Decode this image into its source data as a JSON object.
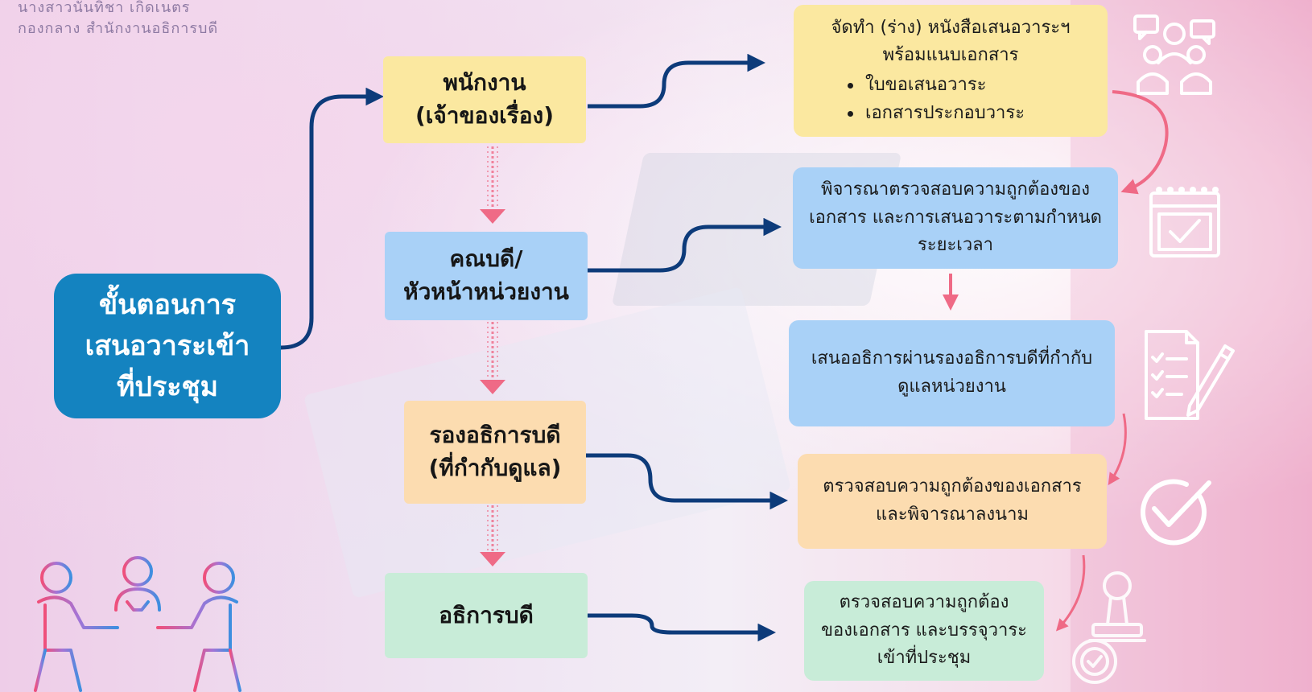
{
  "author": {
    "line1": "นางสาวนันทิชา เกิดเนตร",
    "line2": "กองกลาง สำนักงานอธิการบดี"
  },
  "main_title": {
    "lines": [
      "ขั้นตอนการ",
      "เสนอวาระเข้า",
      "ที่ประชุม"
    ]
  },
  "roles": [
    {
      "lines": [
        "พนักงาน",
        "(เจ้าของเรื่อง)"
      ]
    },
    {
      "lines": [
        "คณบดี/",
        "หัวหน้าหน่วยงาน"
      ]
    },
    {
      "lines": [
        "รองอธิการบดี",
        "(ที่กำกับดูแล)"
      ]
    },
    {
      "lines": [
        "อธิการบดี"
      ]
    }
  ],
  "steps": [
    {
      "lines": [
        "จัดทำ (ร่าง) หนังสือเสนอวาระฯ",
        "พร้อมแนบเอกสาร"
      ],
      "bullets": [
        "ใบขอเสนอวาระ",
        "เอกสารประกอบวาระ"
      ]
    },
    {
      "lines": [
        "พิจารณาตรวจสอบความถูกต้องของ",
        "เอกสาร และการเสนอวาระตามกำหนด",
        "ระยะเวลา"
      ]
    },
    {
      "lines": [
        "เสนออธิการผ่านรองอธิการบดีที่กำกับ",
        "ดูแลหน่วยงาน"
      ]
    },
    {
      "lines": [
        "ตรวจสอบความถูกต้องของเอกสาร",
        "และพิจารณาลงนาม"
      ]
    },
    {
      "lines": [
        "ตรวจสอบความถูกต้อง",
        "ของเอกสาร และบรรจุวาระ",
        "เข้าที่ประชุม"
      ]
    }
  ],
  "icons": {
    "meeting": "meeting-discussion-icon",
    "calendar": "calendar-check-icon",
    "document": "document-checklist-pen-icon",
    "check": "check-circle-icon",
    "stamp": "stamp-icon",
    "people": "people-at-table-icon"
  },
  "colors": {
    "main_box": "#1483c0",
    "yellow": "#fbe8a0",
    "blue": "#a9d1f7",
    "peach": "#fcdcb0",
    "green": "#c8ecd8",
    "connector": "#0d3b7a",
    "down_arrow": "#ef6a86"
  }
}
